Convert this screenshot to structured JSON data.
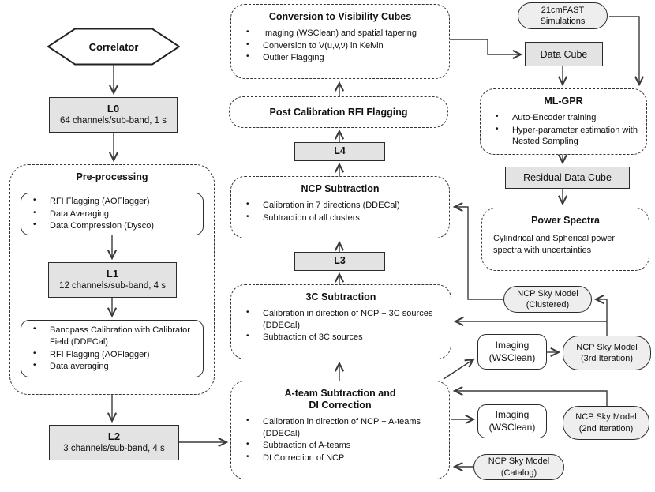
{
  "nodes": {
    "correlator": {
      "label": "Correlator"
    },
    "l0": {
      "title": "L0",
      "subtitle": "64 channels/sub-band, 1 s"
    },
    "preprocessing": {
      "title": "Pre-processing",
      "steps1": [
        "RFI Flagging (AOFlagger)",
        "Data Averaging",
        "Data Compression (Dysco)"
      ],
      "l1": {
        "title": "L1",
        "subtitle": "12 channels/sub-band, 4 s"
      },
      "steps2": [
        "Bandpass Calibration with Calibrator Field (DDECal)",
        "RFI Flagging (AOFlagger)",
        "Data averaging"
      ]
    },
    "l2": {
      "title": "L2",
      "subtitle": "3 channels/sub-band, 4 s"
    },
    "conversion": {
      "title": "Conversion to Visibility Cubes",
      "bullets": [
        "Imaging (WSClean) and spatial tapering",
        "Conversion to V(u,v,ν) in Kelvin",
        "Outlier Flagging"
      ]
    },
    "postcal": {
      "title": "Post Calibration RFI Flagging"
    },
    "l4": {
      "title": "L4"
    },
    "ncp_subtraction": {
      "title": "NCP Subtraction",
      "bullets": [
        "Calibration in 7 directions (DDECal)",
        "Subtraction of all clusters"
      ]
    },
    "l3": {
      "title": "L3"
    },
    "c3_subtraction": {
      "title": "3C Subtraction",
      "bullets": [
        "Calibration in direction of NCP + 3C sources (DDECal)",
        "Subtraction of 3C sources"
      ]
    },
    "ateam": {
      "title": "A-team Subtraction and\nDI Correction",
      "bullets": [
        "Calibration in direction of NCP + A-teams (DDECal)",
        "Subtraction of A-teams",
        "DI Correction of NCP"
      ]
    },
    "sim21cm": {
      "label": "21cmFAST\nSimulations"
    },
    "data_cube": {
      "label": "Data Cube"
    },
    "mlgpr": {
      "title": "ML-GPR",
      "bullets": [
        "Auto-Encoder training",
        "Hyper-parameter estimation with Nested Sampling"
      ]
    },
    "residual_cube": {
      "label": "Residual Data Cube"
    },
    "power_spectra": {
      "title": "Power Spectra",
      "body": "Cylindrical and Spherical power spectra with uncertainties"
    },
    "sky_clustered": {
      "label": "NCP Sky Model\n(Clustered)"
    },
    "imaging1": {
      "label": "Imaging\n(WSClean)"
    },
    "sky_3rd": {
      "label": "NCP Sky Model\n(3rd Iteration)"
    },
    "imaging2": {
      "label": "Imaging\n(WSClean)"
    },
    "sky_2nd": {
      "label": "NCP Sky Model\n(2nd Iteration)"
    },
    "sky_catalog": {
      "label": "NCP Sky Model\n(Catalog)"
    }
  },
  "colors": {
    "node_fill": "#e3e3e3",
    "pill_fill": "#eeeeee",
    "line": "#3a3a3a",
    "background": "#ffffff"
  }
}
